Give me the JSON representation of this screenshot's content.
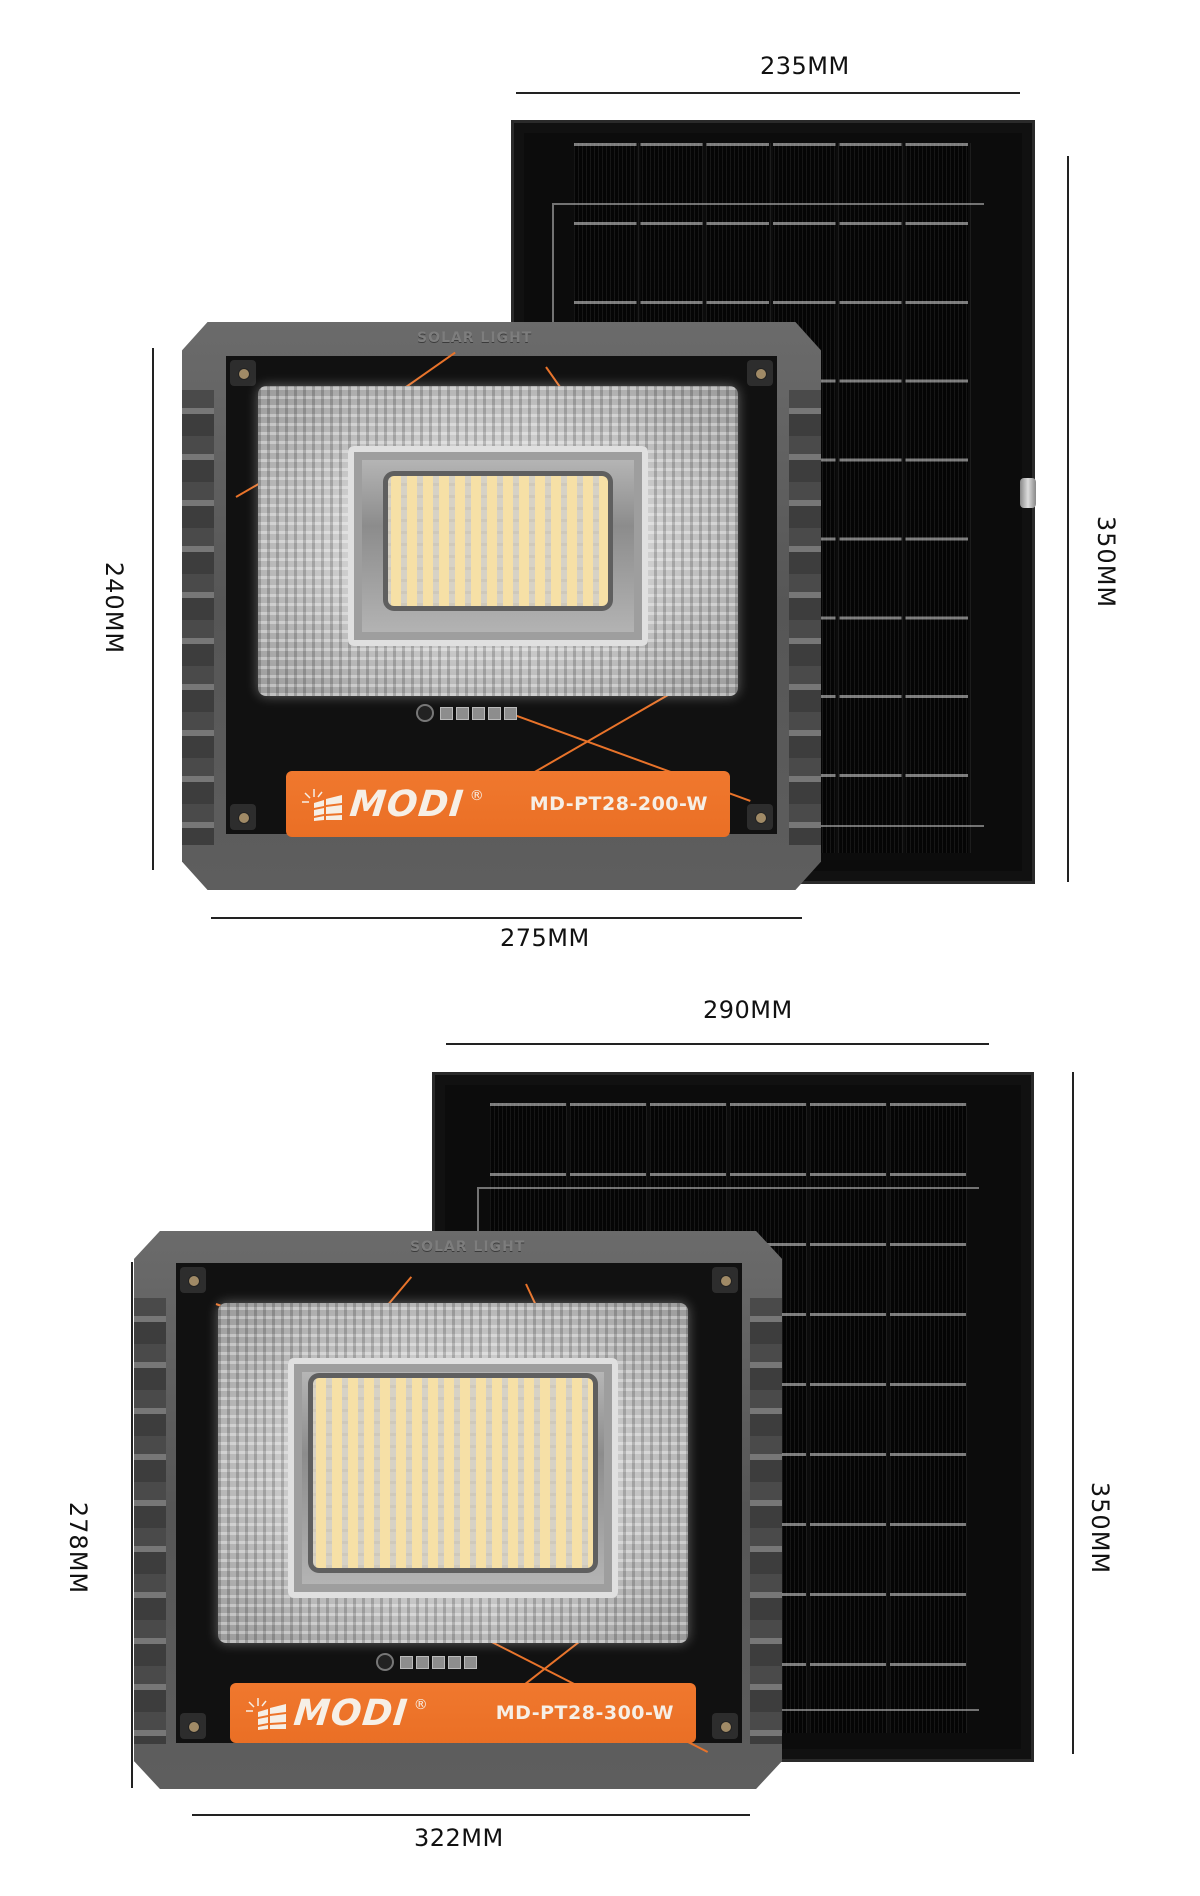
{
  "products": [
    {
      "model": "MD-PT28-200-W",
      "brand": "MODI",
      "brand_mark": "®",
      "housing_text": "SOLAR LIGHT",
      "light_dimensions": {
        "width": "275MM",
        "height": "240MM"
      },
      "panel_dimensions": {
        "width": "235MM",
        "height": "350MM"
      }
    },
    {
      "model": "MD-PT28-300-W",
      "brand": "MODI",
      "brand_mark": "®",
      "housing_text": "SOLAR LIGHT",
      "light_dimensions": {
        "width": "322MM",
        "height": "278MM"
      },
      "panel_dimensions": {
        "width": "290MM",
        "height": "350MM"
      }
    }
  ],
  "colors": {
    "label_orange": "#ec7229",
    "accent_line": "#e8732a",
    "housing_gray": "#5e5e5e",
    "panel_black": "#0c0c0c",
    "background": "#ffffff"
  }
}
